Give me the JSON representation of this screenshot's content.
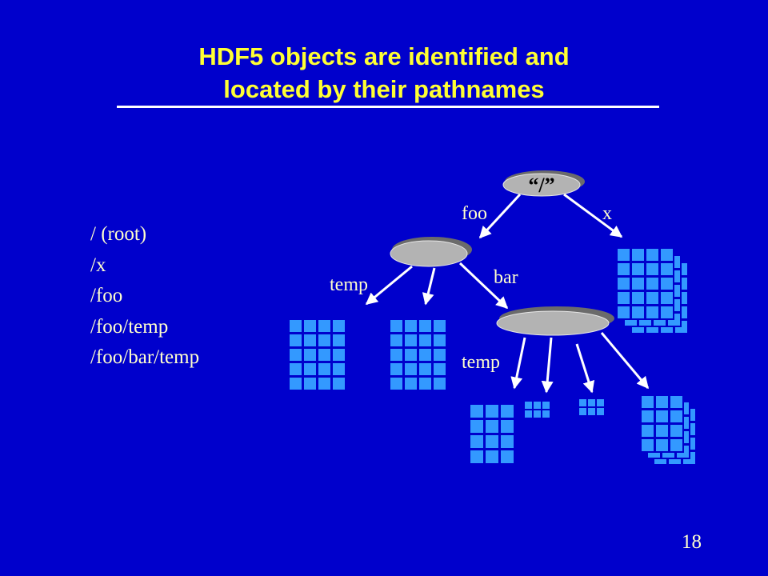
{
  "slide": {
    "title_line1": "HDF5 objects are identified and",
    "title_line2": "located by their pathnames",
    "page_number": "18"
  },
  "paths": [
    "/ (root)",
    "/x",
    "/foo",
    "/foo/temp",
    "/foo/bar/temp"
  ],
  "diagram": {
    "root_label": "“/”",
    "edge_labels": {
      "foo": "foo",
      "x": "x",
      "bar": "bar",
      "temp_foo": "temp",
      "temp_bar": "temp"
    }
  },
  "colors": {
    "background": "#0000cc",
    "title": "#ffff33",
    "text": "#ffffcc",
    "dataset": "#3399ff",
    "group": "#b3b3b3"
  }
}
